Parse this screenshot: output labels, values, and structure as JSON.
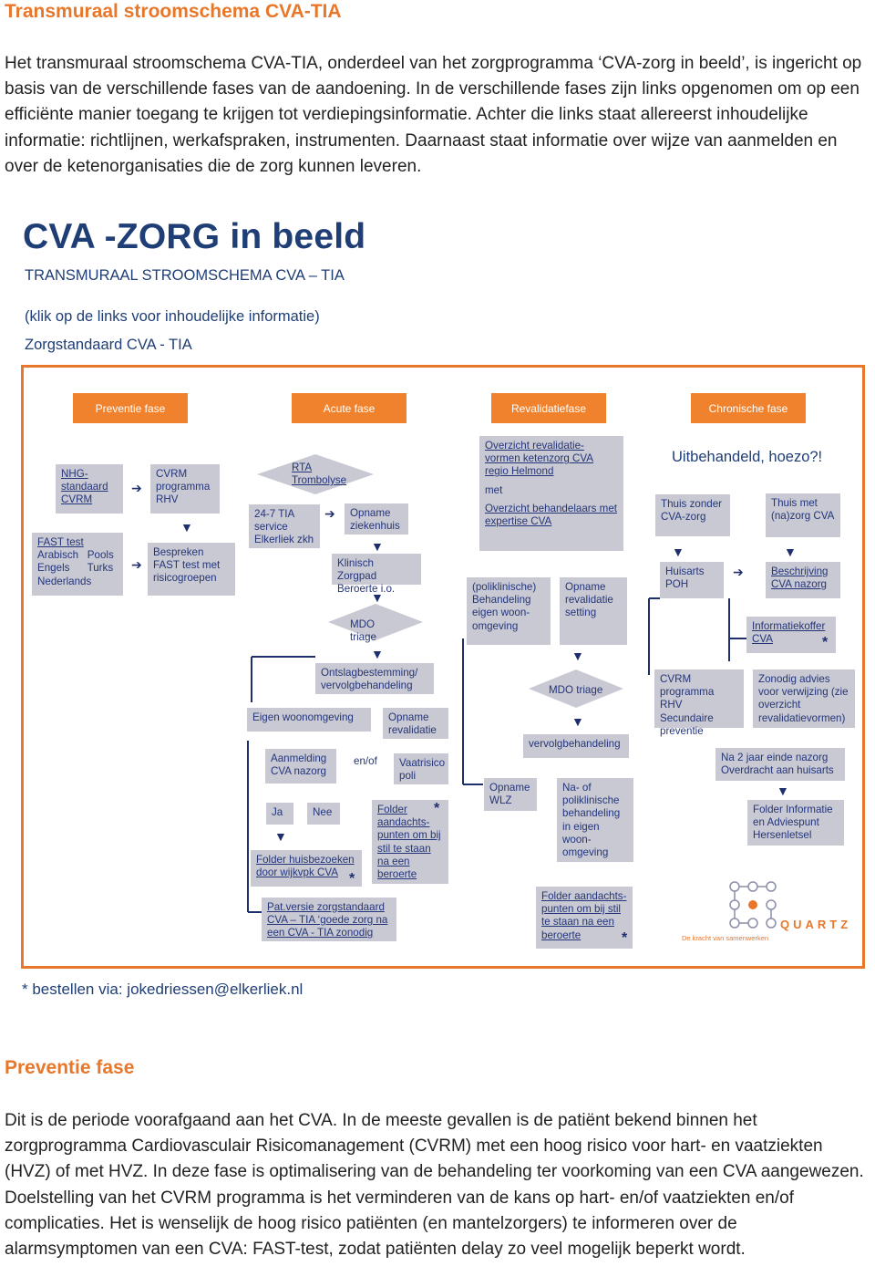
{
  "title": "Transmuraal stroomschema CVA-TIA",
  "intro": "Het transmuraal stroomschema CVA-TIA, onderdeel van het zorgprogramma ‘CVA-zorg in beeld’, is ingericht op basis van de verschillende fases van de aandoening. In de verschillende fases zijn links opgenomen om op een efficiënte manier toegang te krijgen tot verdiepingsinformatie. Achter die links staat allereerst inhoudelijke informatie: richtlijnen, werkafspraken, instrumenten. Daarnaast staat informatie over wijze van aanmelden en over de ketenorganisaties die de zorg kunnen leveren.",
  "figure": {
    "heading": "CVA -ZORG in beeld",
    "subheading": "TRANSMURAAL STROOMSCHEMA CVA – TIA",
    "click_note": "(klik op de links voor inhoudelijke informatie)",
    "standard_link": "Zorgstandaard CVA - TIA",
    "phases": [
      "Preventie fase",
      "Acute fase",
      "Revalidatiefase",
      "Chronische fase"
    ],
    "prevention": {
      "nhg": "NHG-standaard CVRM",
      "cvrm": "CVRM programma RHV",
      "fast_link": "FAST test",
      "fast_langs": "Arabisch   Pools\nEngels      Turks\nNederlands",
      "bespreken": "Bespreken FAST test met risicogroepen"
    },
    "acute": {
      "rta": "RTA Trombolyse",
      "tia": "24-7 TIA service Elkerliek zkh",
      "opname": "Opname ziekenhuis",
      "klinisch": "Klinisch Zorgpad Beroerte i.o.",
      "mdo": "MDO triage",
      "ontslag": "Ontslagbestemming/ vervolgbehandeling",
      "eigen": "Eigen woonomgeving",
      "opname_rev": "Opname revalidatie",
      "aanmelding": "Aanmelding CVA nazorg",
      "enof": "en/of",
      "vaatrisico": "Vaatrisico poli",
      "ja": "Ja",
      "nee": "Nee",
      "folder_aandacht": "Folder aandachts-punten om bij stil te staan na een beroerte",
      "folder_huis": "Folder huisbezoeken door wijkvpk CVA",
      "patversie": "Pat.versie zorgstandaard CVA – TIA ‘goede zorg na een CVA - TIA zonodig"
    },
    "revalidation": {
      "overzicht1": "Overzicht revalidatie-vormen ketenzorg CVA regio Helmond",
      "met": "met",
      "overzicht2": "Overzicht behandelaars met expertise CVA",
      "poliklinisch": "(poliklinische) Behandeling eigen woon-omgeving",
      "opname_setting": "Opname revalidatie setting",
      "mdo": "MDO triage",
      "vervolg": "vervolgbehandeling",
      "wlz": "Opname WLZ",
      "na_of": "Na- of poliklinische behandeling in eigen woon-omgeving",
      "folder": "Folder aandachts-punten om bij stil te staan na een beroerte"
    },
    "chronic": {
      "uitbehandeld": "Uitbehandeld, hoezo?!",
      "thuis_zonder": "Thuis zonder CVA-zorg",
      "thuis_met": "Thuis met (na)zorg CVA",
      "huisarts": "Huisarts POH",
      "beschrijving": "Beschrijving CVA nazorg",
      "infokoffer": "Informatiekoffer CVA",
      "cvrm": "CVRM programma RHV Secundaire preventie",
      "zonodig": "Zonodig advies voor verwijzing (zie overzicht revalidatievormen)",
      "na2jaar": "Na 2 jaar einde nazorg Overdracht aan huisarts",
      "folder_info": "Folder Informatie en Adviespunt Hersenletsel"
    },
    "logo_name": "QUARTZ",
    "logo_tagline": "De kracht van samenwerken",
    "order_note": "* bestellen via: jokedriessen@elkerliek.nl"
  },
  "section2_title": "Preventie fase",
  "section2_text": "Dit is de periode voorafgaand aan het CVA. In de meeste gevallen is de patiënt bekend binnen het zorgprogramma Cardiovasculair Risicomanagement (CVRM) met een hoog risico voor hart- en vaatziekten (HVZ) of met HVZ. In deze fase is optimalisering van de behandeling ter voorkoming van een CVA aangewezen. Doelstelling van het CVRM programma is het verminderen van de kans op hart- en/of vaatziekten en/of complicaties. Het is wenselijk de hoog risico patiënten (en mantelzorgers) te informeren over de alarmsymptomen van een CVA: FAST-test, zodat patiënten delay zo veel mogelijk beperkt wordt.",
  "colors": {
    "accent": "#e8772a",
    "navy": "#1f3e75",
    "box": "#c8c9d3"
  }
}
